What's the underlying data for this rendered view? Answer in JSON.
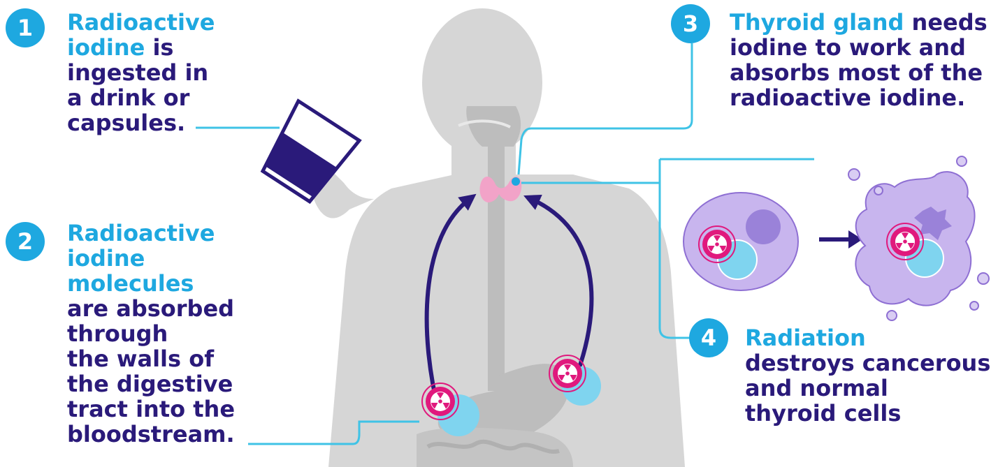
{
  "colors": {
    "body_gray": "#d6d6d6",
    "tract_gray": "#bdbdbd",
    "navy": "#2a1a7a",
    "cyan": "#1ea8e0",
    "magenta": "#e0197d",
    "thyroid_pink": "#f2a3c8",
    "cell_lavender": "#c8b5ee",
    "cell_nucleus": "#9a82d9"
  },
  "icons": [
    "radiation-icon",
    "cup-icon",
    "thyroid-icon",
    "arrow-icon"
  ],
  "steps": {
    "step1": {
      "number": "1",
      "highlight": [
        "Radioactive",
        "iodine"
      ],
      "lines": [
        "is",
        "ingested in",
        "a drink or",
        "capsules."
      ]
    },
    "step2": {
      "number": "2",
      "highlight": [
        "Radioactive",
        "iodine",
        "molecules"
      ],
      "lines": [
        "are absorbed",
        "through",
        "the walls of",
        "the digestive",
        "tract into the",
        "bloodstream."
      ]
    },
    "step3": {
      "number": "3",
      "highlight": "Thyroid gland",
      "lines": [
        "needs",
        "iodine to work and",
        "absorbs most of the",
        "radioactive iodine."
      ]
    },
    "step4": {
      "number": "4",
      "highlight": "Radiation",
      "lines": [
        "destroys cancerous",
        "and normal",
        "thyroid cells"
      ]
    }
  }
}
